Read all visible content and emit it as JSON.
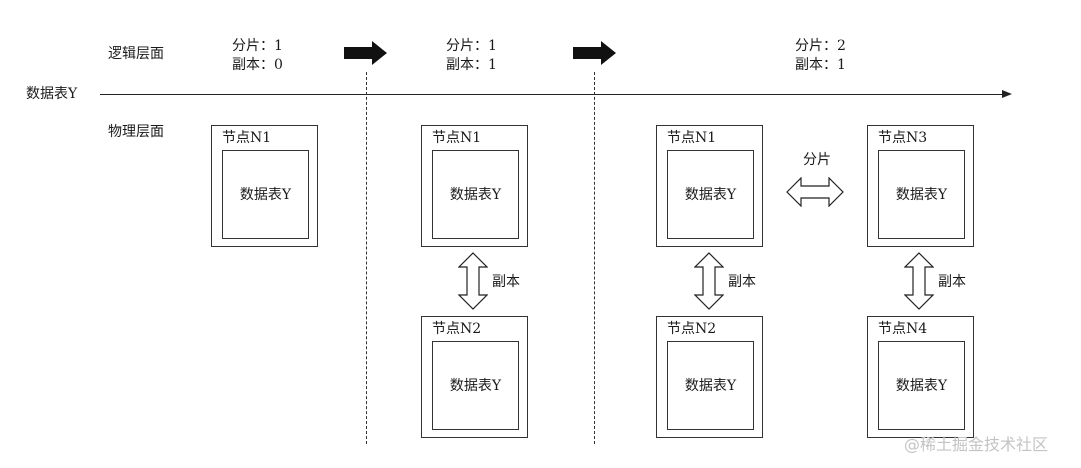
{
  "row_labels": {
    "logical": "逻辑层面",
    "physical": "物理层面",
    "table_axis": "数据表Y"
  },
  "stages": [
    {
      "shard": "分片：1",
      "replica": "副本：0"
    },
    {
      "shard": "分片：1",
      "replica": "副本：1"
    },
    {
      "shard": "分片：2",
      "replica": "副本：1"
    }
  ],
  "nodes": [
    {
      "label": "节点N1",
      "table": "数据表Y"
    },
    {
      "label": "节点N1",
      "table": "数据表Y"
    },
    {
      "label": "节点N2",
      "table": "数据表Y"
    },
    {
      "label": "节点N1",
      "table": "数据表Y"
    },
    {
      "label": "节点N3",
      "table": "数据表Y"
    },
    {
      "label": "节点N2",
      "table": "数据表Y"
    },
    {
      "label": "节点N4",
      "table": "数据表Y"
    }
  ],
  "relations": {
    "replica": "副本",
    "shard": "分片"
  },
  "watermark": "@稀土掘金技术社区",
  "colors": {
    "line": "#222222",
    "stage_arrow": "#111111",
    "watermark": "#c4c4c4"
  }
}
